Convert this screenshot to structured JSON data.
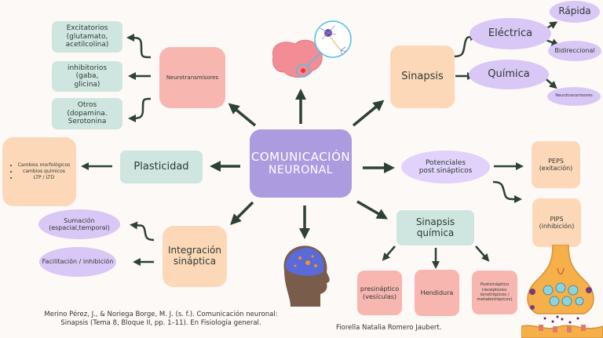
{
  "center": {
    "line1": "COMUNICACIÓN",
    "line2": "NEURONAL"
  },
  "neurotransmisores": {
    "label": "Neurotransmisores",
    "children": [
      {
        "l1": "Excitatorios",
        "l2": "(glutamato,",
        "l3": "acetilcolina)"
      },
      {
        "l1": "inhibitorios",
        "l2": "(gaba,",
        "l3": "glicina)"
      },
      {
        "l1": "Otros",
        "l2": "(dopamina.",
        "l3": "Serotonina"
      }
    ]
  },
  "plasticidad": {
    "label": "Plasticidad",
    "bullets": [
      "Cambios morfológicos",
      "cambios químicos",
      "LTP / LTD"
    ]
  },
  "integracion": {
    "l1": "Integración",
    "l2": "sináptica",
    "children": [
      {
        "l1": "Sumación",
        "l2": "(espacial,temporal)"
      },
      {
        "l1": "Facilitación / inhibición"
      }
    ]
  },
  "sinapsis": {
    "label": "Sinapsis",
    "electrica": {
      "label": "Eléctrica",
      "children": [
        "Rápida",
        "Bidireccional"
      ]
    },
    "quimica": {
      "label": "Química",
      "children": [
        "Neurotransmisores"
      ]
    }
  },
  "potenciales": {
    "l1": "Potenciales",
    "l2": "post sinápticos",
    "peps": {
      "l1": "PEPS",
      "l2": "(exitación)"
    },
    "pips": {
      "l1": "PIPS",
      "l2": "(inhibición)"
    }
  },
  "sinapsis_quimica": {
    "l1": "Sinapsis",
    "l2": "química",
    "children": [
      {
        "l1": "presináptico",
        "l2": "(vesículas)"
      },
      {
        "l1": "Hendidura"
      },
      {
        "l1": "Postsináptico",
        "l2": "(receptores:",
        "l3": "ionotrópicos /",
        "l4": "metabotrópicos)"
      }
    ]
  },
  "reference": {
    "line1": "Merino Pérez, J., & Noriega Borge, M. J. (s. f.). Comunicación neuronal:",
    "line2": "Sinapsis (Tema 8, Bloque II, pp. 1–11). En Fisiología general."
  },
  "author": "Fiorella Natalia Romero Jaubert.",
  "colors": {
    "mint": "#cfe6e0",
    "pink": "#f8b6b1",
    "peach": "#fcd8b8",
    "lavender": "#d9c7f6",
    "purple": "#ad9be0",
    "arrow": "#2d4236"
  }
}
